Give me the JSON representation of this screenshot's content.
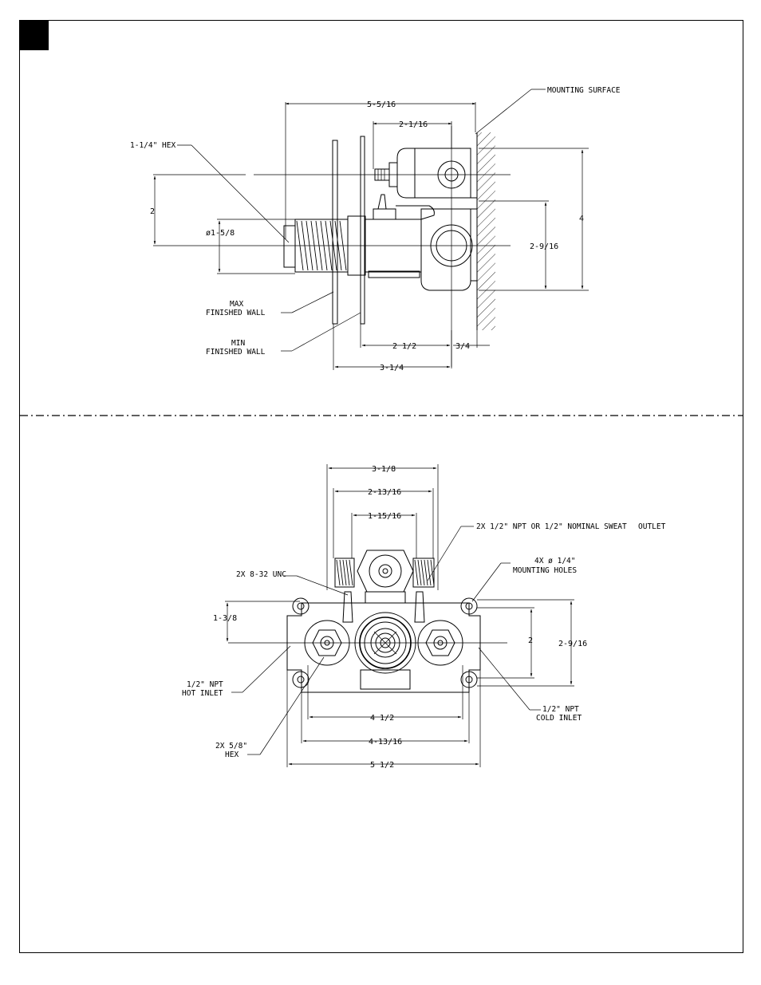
{
  "side_view": {
    "labels": {
      "mounting_surface": "MOUNTING SURFACE",
      "hex": "1-1/4\" HEX",
      "max_wall_1": "MAX",
      "max_wall_2": "FINISHED WALL",
      "min_wall_1": "MIN",
      "min_wall_2": "FINISHED WALL"
    },
    "dimensions": {
      "overall_depth": "5-5/16",
      "stem_depth": "2-1/16",
      "stem_offset": "2",
      "body_diameter": "ø1-5/8",
      "height": "4",
      "outlet_height": "2-9/16",
      "min_wall_depth": "2 1/2",
      "wall_offset": "3/4",
      "max_wall_depth": "3-1/4"
    }
  },
  "front_view": {
    "labels": {
      "outlet_1": "2X 1/2\" NPT OR 1/2\" NOMINAL SWEAT",
      "outlet_2": "OUTLET",
      "mounting_holes_1": "4X ø 1/4\"",
      "mounting_holes_2": "MOUNTING HOLES",
      "screw": "2X 8-32 UNC",
      "hot_inlet_1": "1/2\" NPT",
      "hot_inlet_2": "HOT INLET",
      "cold_inlet_1": "1/2\" NPT",
      "cold_inlet_2": "COLD INLET",
      "hex_1": "2X 5/8\"",
      "hex_2": "HEX"
    },
    "dimensions": {
      "outlet_width": "3-1/8",
      "outlet_inner": "2-13/16",
      "outlet_center": "1-15/16",
      "left_height": "1-3/8",
      "right_height_inner": "2",
      "right_height": "2-9/16",
      "inlet_spacing": "4 1/2",
      "mount_spacing": "4-13/16",
      "overall_width": "5 1/2"
    }
  }
}
